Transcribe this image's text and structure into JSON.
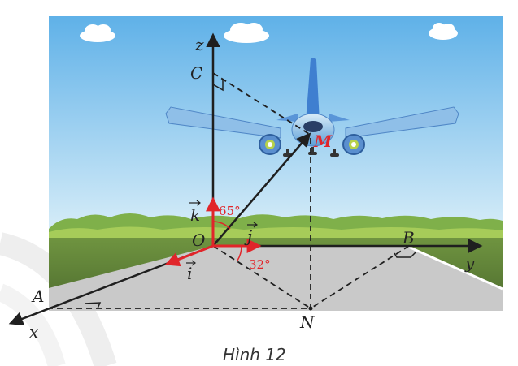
{
  "figure": {
    "points": {
      "origin": "O",
      "plane": "M",
      "z_point": "C",
      "x_point": "A",
      "y_point": "B",
      "foot": "N"
    },
    "axes": {
      "x": "x",
      "y": "y",
      "z": "z"
    },
    "unit_vectors": {
      "i": "i",
      "j": "j",
      "k": "k"
    },
    "angles": {
      "k_to_OM": "65°",
      "OM_projection_to_y": "32°"
    },
    "caption": "Hình 12"
  },
  "colors": {
    "axis": "#1f1f1f",
    "unit_vector": "#e1252a",
    "sky": "#9ccff0",
    "grass": "#5e7d3a",
    "runway": "#c9c9c9"
  }
}
